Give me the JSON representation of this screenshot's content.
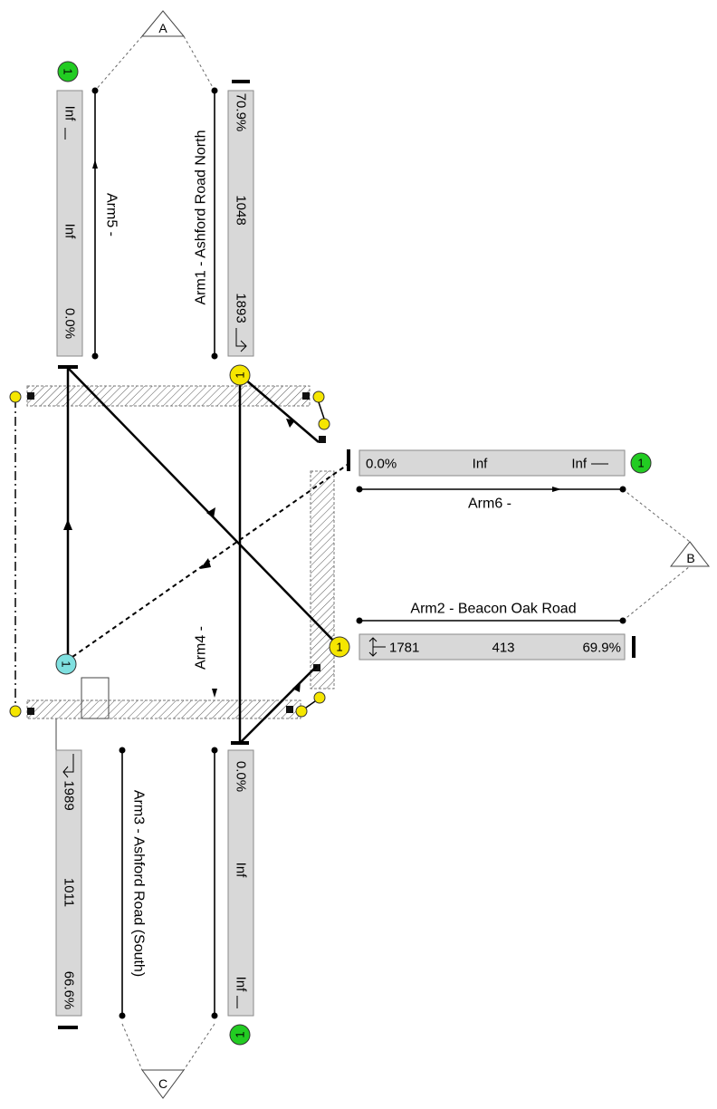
{
  "junctions": {
    "A": "A",
    "B": "B",
    "C": "C"
  },
  "arms": {
    "arm1": {
      "name": "Arm1 - Ashford Road North",
      "flow": "1893",
      "capacity": "1048",
      "saturation": "70.9%",
      "lanes": "1",
      "lane_color": "#f5e600"
    },
    "arm2": {
      "name": "Arm2 - Beacon Oak Road",
      "flow": "1781",
      "capacity": "413",
      "saturation": "69.9%",
      "lanes": "1",
      "lane_color": "#f5e600"
    },
    "arm3": {
      "name": "Arm3 - Ashford Road (South)",
      "flow": "1989",
      "capacity": "1011",
      "saturation": "66.6%",
      "lanes": "1",
      "lane_color": "#7fe0e0"
    },
    "arm4": {
      "name": "Arm4 -",
      "flow": "Inf",
      "capacity": "Inf",
      "saturation": "0.0%",
      "lanes": "1",
      "lane_color": "#22cc22"
    },
    "arm5": {
      "name": "Arm5 -",
      "flow": "Inf",
      "capacity": "Inf",
      "saturation": "0.0%",
      "lanes": "1",
      "lane_color": "#22cc22"
    },
    "arm6": {
      "name": "Arm6 -",
      "flow": "Inf",
      "capacity": "Inf",
      "saturation": "0.0%",
      "lanes": "1",
      "lane_color": "#22cc22"
    }
  },
  "colors": {
    "signal_node": "#f5e600",
    "exit_lane": "#22cc22",
    "entry_lane_arm3": "#7fe0e0",
    "stat_box": "#d8d8d8"
  }
}
